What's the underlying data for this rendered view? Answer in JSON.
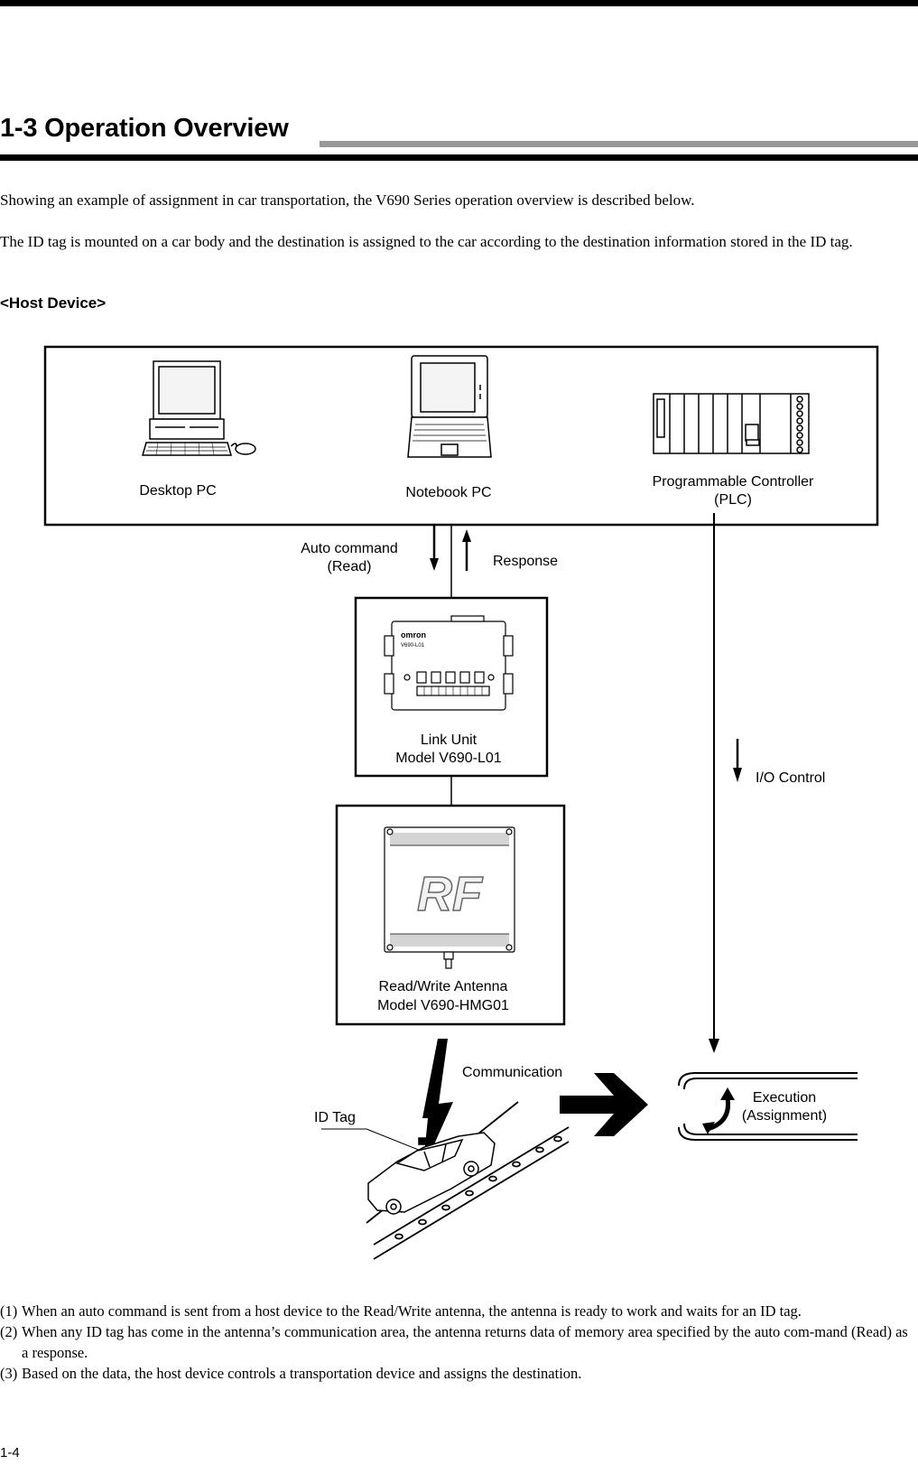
{
  "page": {
    "section_title": "1-3  Operation Overview",
    "intro_1": "Showing an example of assignment in car transportation, the V690 Series operation overview is described below.",
    "intro_2": "The ID tag is mounted on a car body and the destination is assigned to the car according to the destination information stored in the ID tag.",
    "subheading": "<Host Device>",
    "page_number": "1-4"
  },
  "diagram": {
    "host": {
      "desktop_label": "Desktop PC",
      "notebook_label": "Notebook PC",
      "plc_label_1": "Programmable Controller",
      "plc_label_2": "(PLC)"
    },
    "auto_command_1": "Auto command",
    "auto_command_2": "(Read)",
    "response": "Response",
    "link_unit_1": "Link Unit",
    "link_unit_2": "Model V690-L01",
    "link_brand": "omron",
    "link_model": "V690-L01",
    "io_control": "I/O Control",
    "antenna_1": "Read/Write Antenna",
    "antenna_2": "Model V690-HMG01",
    "antenna_logo": "RF",
    "communication": "Communication",
    "id_tag": "ID Tag",
    "execution_1": "Execution",
    "execution_2": "(Assignment)"
  },
  "notes": [
    {
      "num": "(1)",
      "text": "When an auto command is sent from a host device to the Read/Write antenna, the antenna is ready to work and waits for an ID tag."
    },
    {
      "num": "(2)",
      "text": "When any ID tag has come in the antenna’s communication area, the antenna returns data of memory area specified by the auto com-mand (Read) as a response."
    },
    {
      "num": "(3)",
      "text": "Based on the data, the host device controls a transportation device and assigns the destination."
    }
  ]
}
